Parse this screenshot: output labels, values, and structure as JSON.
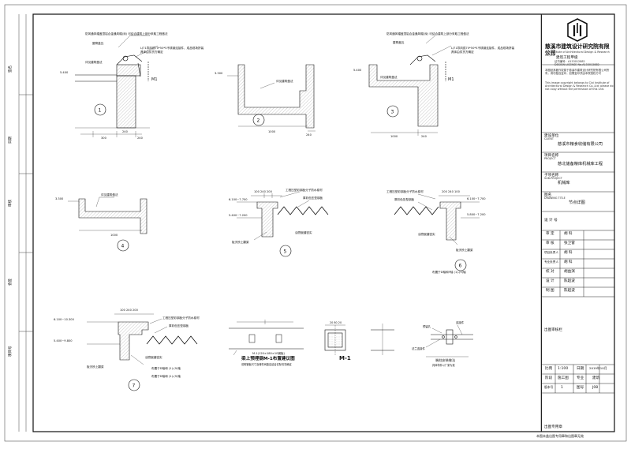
{
  "company": {
    "name_cn": "慈溪市建筑设计研究院有限公司",
    "name_en": "Cixi Institute of Architectural Design & Research Co.,Ltd",
    "qualification": "建筑工程甲级",
    "cert_no": "证书编号：A133012882",
    "cert_en": "DESIGN LICENSE No.A133012882",
    "notice_cn": "本图纸其著作权属于慈溪市建筑设计研究院有限公司所有，请勿擅自复印，如需复印须由本院授权方可",
    "notice_en": "This image copyright belongs to Cixi Institute of Architectural Design & Research Co.,Ltd; please do not copy without the permission of this unit."
  },
  "titleblock": {
    "client_label": "建设单位",
    "client_label_en": "CLIENT",
    "client": "慈溪市粮食收储有限公司",
    "project_label": "项目名称",
    "project_label_en": "PROJECT",
    "project": "慈北储备粮库机械库工程",
    "subitem_label": "子项名称",
    "subitem_label_en": "SUB-PROJECT",
    "subitem": "机械库",
    "drawing_label": "图名",
    "drawing_label_en": "DRAWING TITLE",
    "drawing": "节点详图",
    "sign_label": "设 计 号",
    "staff": [
      {
        "role": "审 定",
        "name": "胡 科"
      },
      {
        "role": "审 核",
        "name": "张卫雷"
      },
      {
        "role": "项目负责人",
        "name": "胡 科"
      },
      {
        "role": "专业负责人",
        "name": "胡 科"
      },
      {
        "role": "校 对",
        "name": "胡益演"
      },
      {
        "role": "设 计",
        "name": "陈超波"
      },
      {
        "role": "制 图",
        "name": "陈超波"
      }
    ],
    "review_label": "出图审核栏",
    "scale_label": "比例",
    "scale": "1:100",
    "date_label": "日期",
    "date": "2019年10月",
    "stage_label": "阶段",
    "stage": "施工图",
    "discipline_label": "专业",
    "discipline": "建筑",
    "version_label": "版本号",
    "version": "1",
    "sheet_no_label": "图号",
    "sheet_no": "J08",
    "stamp_label": "出图专用章",
    "footer": "本图未盖出图专用章和出图章无效"
  },
  "binding_strip": [
    "签名",
    "日期",
    "审核",
    "会签",
    "项目号"
  ],
  "details": {
    "d1": {
      "mark": "1",
      "note_a": "防风通风帽盖顶铝合金通风帽(深) 可结合建筑上部分采取工程做法",
      "note_b": "LJ71导风弧70*50*5不锈钢连接件，成品现场拼装",
      "note_c": "具体由供货方确定",
      "note_d": "屋脊盖瓦",
      "note_e": "详见建筑做法",
      "elev": "5.400",
      "dim_a": "300",
      "dim_b": "240",
      "dim_c": "240",
      "m1": "M1"
    },
    "d2": {
      "mark": "2",
      "note": "详见建筑做法",
      "elev": "3.300",
      "dim_a": "1000",
      "dim_b": "240"
    },
    "d3": {
      "mark": "3",
      "note_a": "防风通风帽盖顶铝合金通风帽(深) 可结合建筑上部分采取工程做法",
      "note_b": "LJ71导风弧70*50*5不锈钢连接件，成品现场拼装",
      "note_c": "具体由供货方确定",
      "note_d": "屋脊盖瓦",
      "note_e": "详见建筑做法",
      "elev": "5.400",
      "dim_a": "1000",
      "dim_b": "240",
      "m1": "M1"
    },
    "d4": {
      "mark": "4",
      "note": "详见建筑做法",
      "elev": "3.300",
      "dim_a": "1000"
    },
    "d5": {
      "mark": "5",
      "dims": "100 240 200",
      "elev_a": "6.100~7.700",
      "elev_b": "5.400~7.200",
      "note_a": "工程压型彩钢板分子防水卷材",
      "note_b": "厚彩色压型钢板",
      "note_c": "板天桥上翻梁",
      "note_d": "油膏嵌缝密实"
    },
    "d6": {
      "mark": "6",
      "dims": "200 240 100",
      "elev_a": "6.100~7.700",
      "elev_b": "5.800~7.200",
      "note_a": "工程压型彩钢板分子防水卷材",
      "note_b": "厚彩色压型钢板",
      "note_c": "油膏嵌缝密实",
      "note_d": "板天桥上翻梁",
      "note_e": "布置于D轴和F轴 (1)-(9)轴"
    },
    "d7": {
      "mark": "7",
      "dims": "100 240 200",
      "elev_a": "6.100~10.300",
      "elev_b": "5.400~9.800",
      "note_a": "工程压型彩钢板分子防水卷材",
      "note_b": "厚彩色压型钢板",
      "note_c": "油膏嵌缝密实",
      "note_d": "板天桥上翻梁",
      "note_e": "布置于D轴和 (1)-(9)轴",
      "note_f": "布置于D轴和 (1)-(9)轴"
    },
    "beam": {
      "title": "梁上预埋钢M-1布置建议图",
      "sub": "M-1(120×180×10钢板)",
      "note": "说明钢板尺寸及埋件间距应结合实际情况确定"
    },
    "m1": {
      "title": "M-1",
      "dims": "20 80 20"
    },
    "node": {
      "title": "端柱安装做法",
      "note_a": "预留孔",
      "note_b": "法兰连接件",
      "note_c": "连接件",
      "sub": "具体构件以厂家为准"
    }
  }
}
